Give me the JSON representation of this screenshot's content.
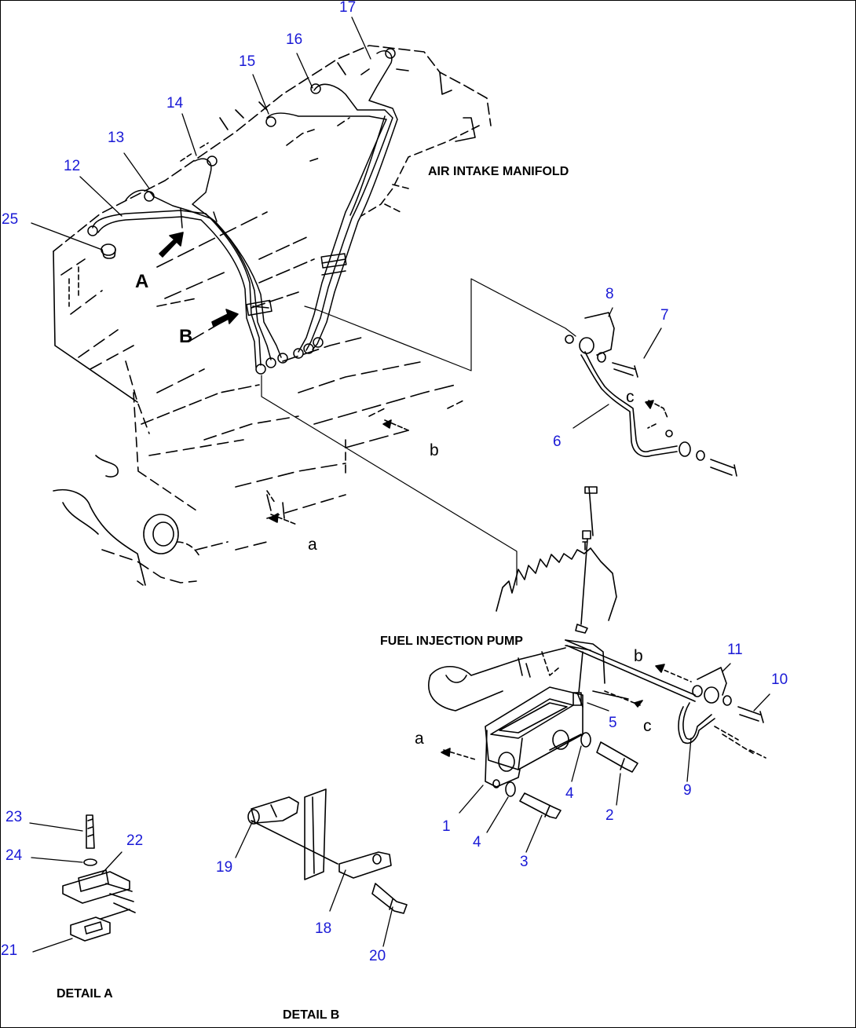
{
  "colors": {
    "callout": "#1a1ad6",
    "line": "#000000",
    "background": "#ffffff"
  },
  "callouts": [
    "1",
    "2",
    "3",
    "4",
    "4",
    "5",
    "6",
    "7",
    "8",
    "9",
    "10",
    "11",
    "12",
    "13",
    "14",
    "15",
    "16",
    "17",
    "18",
    "19",
    "20",
    "21",
    "22",
    "23",
    "24",
    "25"
  ],
  "labels": {
    "air_intake": "AIR INTAKE MANIFOLD",
    "fuel_pump": "FUEL INJECTION PUMP",
    "detail_a": "DETAIL A",
    "detail_b": "DETAIL B",
    "view_a": "A",
    "view_b": "B",
    "ref_a": "a",
    "ref_b_upper": "b",
    "ref_b_lower": "b",
    "ref_c_upper": "c",
    "ref_c_lower": "c",
    "ref_a_lower": "a"
  }
}
